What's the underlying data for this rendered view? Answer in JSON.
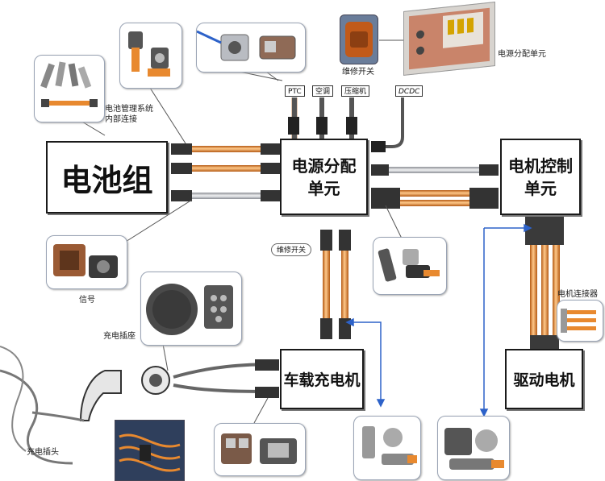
{
  "blocks": {
    "battery": "电池组",
    "pdu_main_1": "电源分配",
    "pdu_main_2": "单元",
    "motor_ctrl_1": "电机控制",
    "motor_ctrl_2": "单元",
    "charger": "车载充电机",
    "drive_motor": "驱动电机"
  },
  "ports": {
    "ptc": "PTC",
    "aircon": "空调",
    "compressor": "压缩机",
    "dcdc": "DCDC"
  },
  "labels": {
    "bms_line1": "电池管理系统",
    "bms_line2": "内部连接",
    "pdu_unit": "电源分配单元",
    "service_switch_top": "维修开关",
    "service_switch_mid": "维修开关",
    "signal": "信号",
    "charge_socket": "充电插座",
    "motor_connector": "电机连接器",
    "charge_plug": "充电插头"
  },
  "colors": {
    "orange_cable": "#e8892f",
    "grey_cable": "#b9bcc2",
    "box_border": "#1a1a1a",
    "connector_dark": "#333333"
  }
}
